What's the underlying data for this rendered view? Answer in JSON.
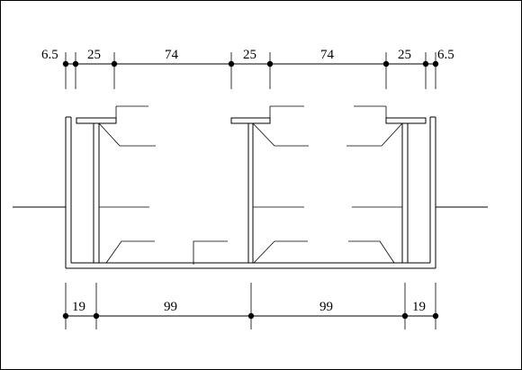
{
  "dimensions": {
    "top": [
      "6.5",
      "25",
      "74",
      "25",
      "74",
      "25",
      "6.5"
    ],
    "bottom": [
      "19",
      "99",
      "99",
      "19"
    ]
  }
}
